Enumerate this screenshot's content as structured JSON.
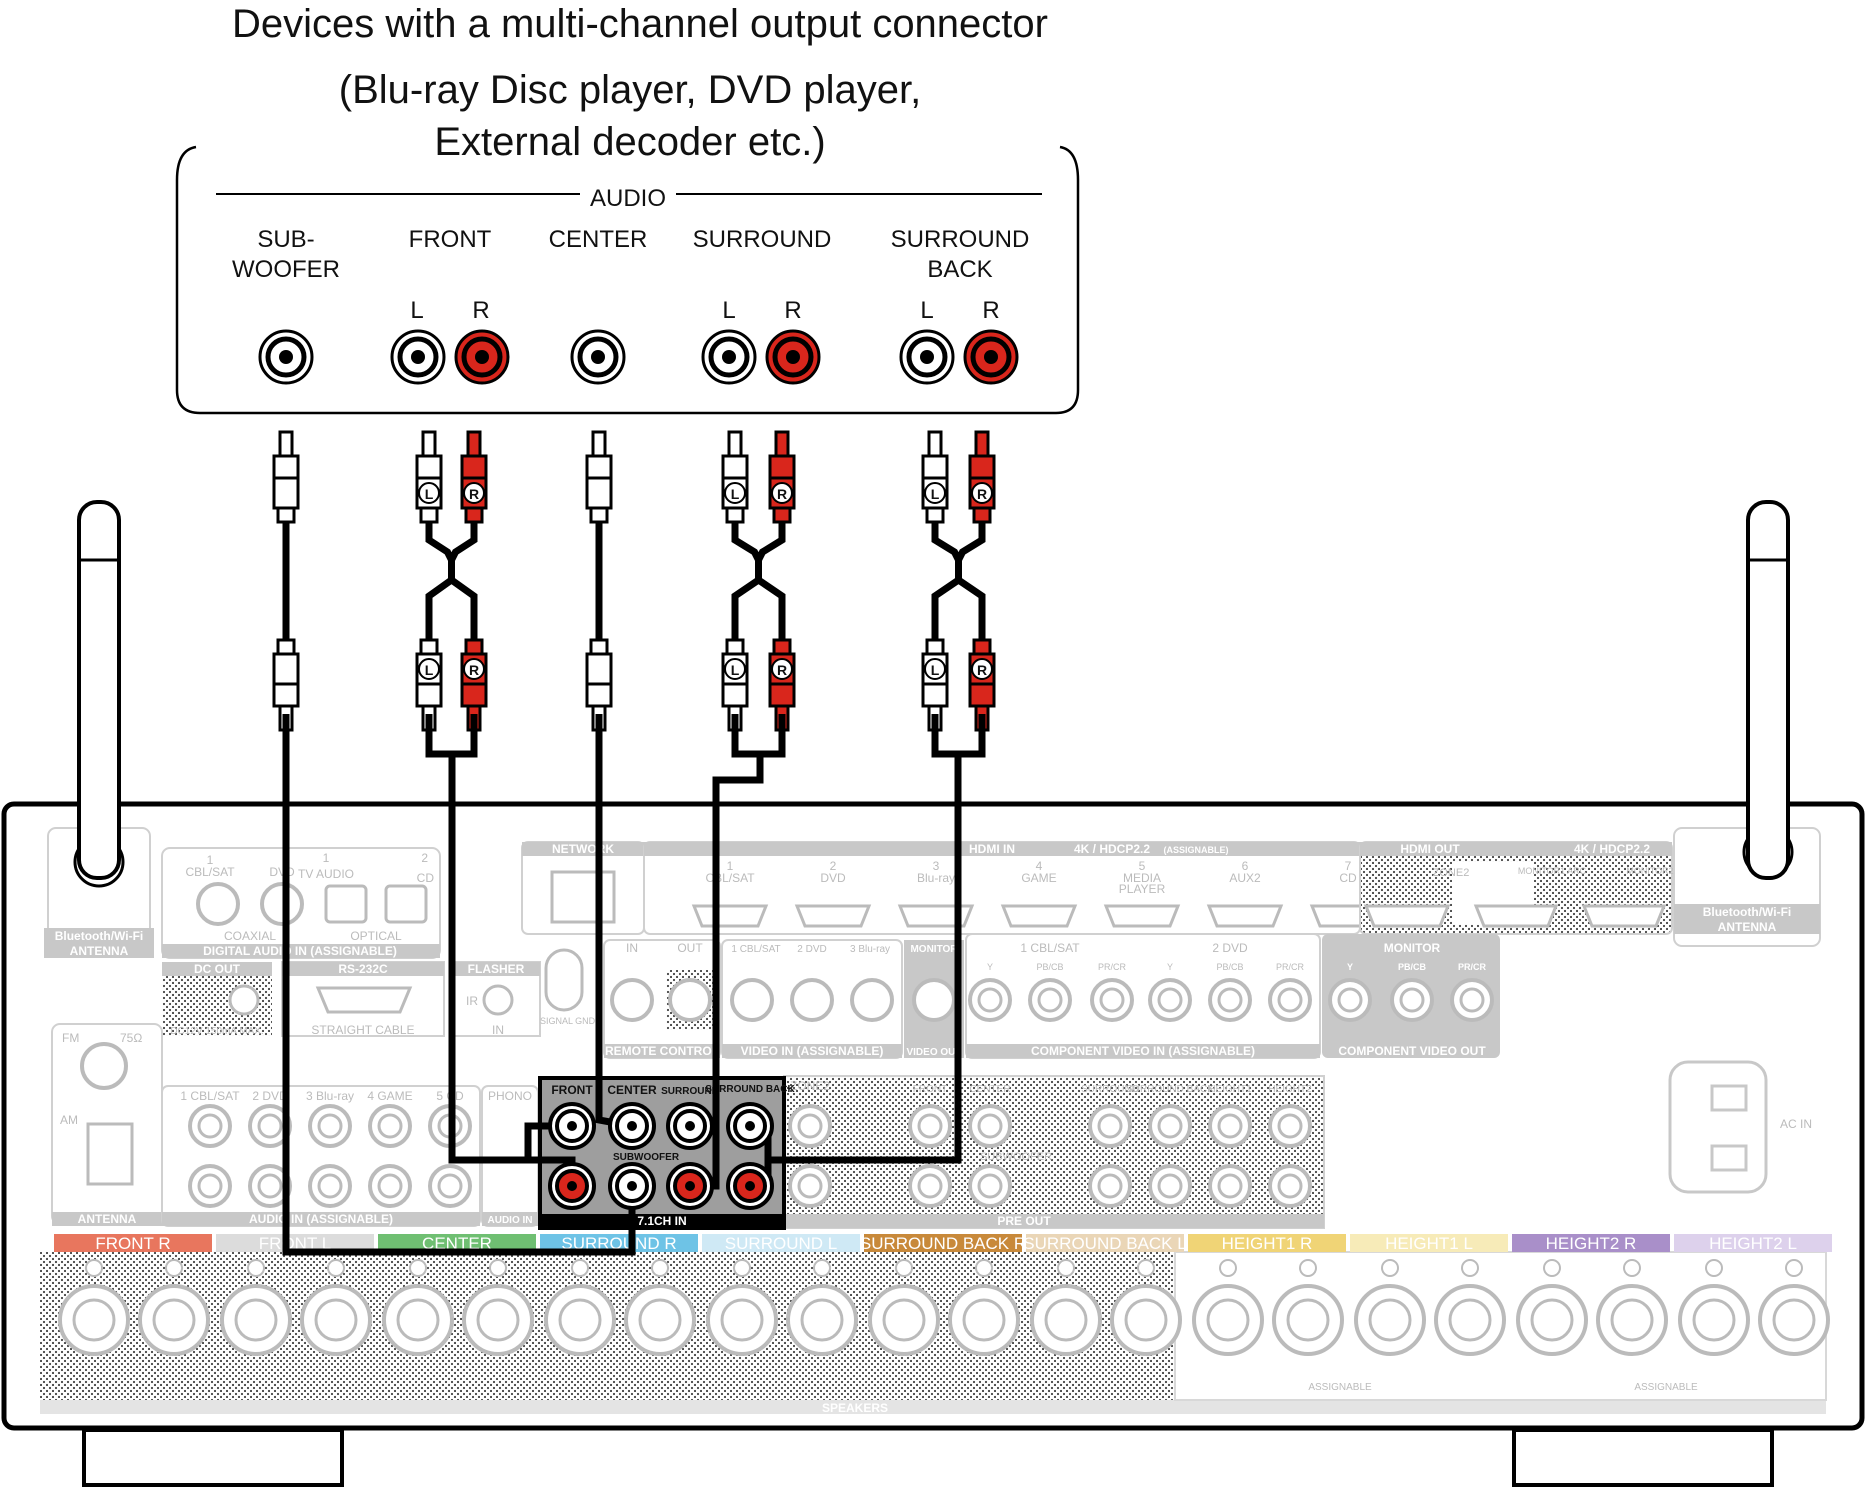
{
  "source_device": {
    "title_lines": [
      "Devices with a multi-channel output connector",
      "(Blu-ray Disc player, DVD player,",
      "External decoder etc.)"
    ],
    "group_label": "AUDIO",
    "channel_labels": {
      "subwoofer": [
        "SUB-",
        "WOOFER"
      ],
      "front": [
        "FRONT"
      ],
      "center": [
        "CENTER"
      ],
      "surround": [
        "SURROUND"
      ],
      "surround_back": [
        "SURROUND",
        "BACK"
      ]
    },
    "lr": {
      "left": "L",
      "right": "R"
    }
  },
  "plug_letters": {
    "left": "L",
    "right": "R"
  },
  "receiver": {
    "antenna_label": [
      "Bluetooth/Wi-Fi",
      "ANTENNA"
    ],
    "network": "NETWORK",
    "hdmi_in": "HDMI IN",
    "hdmi_spec": "4K / HDCP2.2",
    "assignable_paren": "(ASSIGNABLE)",
    "hdmi_inputs": [
      {
        "num": "1",
        "name": "CBL/SAT"
      },
      {
        "num": "2",
        "name": "DVD"
      },
      {
        "num": "3",
        "name": "Blu-ray"
      },
      {
        "num": "4",
        "name": "GAME"
      },
      {
        "num": "5",
        "name": "MEDIA PLAYER"
      },
      {
        "num": "6",
        "name": "AUX2"
      },
      {
        "num": "7",
        "name": "CD"
      }
    ],
    "hdmi_out": "HDMI OUT",
    "hdmi_out_labels": [
      "ZONE2",
      "MONITOR1 ARC",
      "MONITOR2"
    ],
    "digital_audio_in": "DIGITAL AUDIO IN (ASSIGNABLE)",
    "digital_labels": {
      "coaxial": "COAXIAL",
      "optical": "OPTICAL",
      "cbl_sat": "CBL/SAT",
      "dvd": "DVD",
      "tv_audio": "TV AUDIO",
      "cd": "CD",
      "n1": "1",
      "n2": "2"
    },
    "dc_out": "DC OUT",
    "dc_spec": "DC12V 150mA MAX.",
    "rs232c": "RS-232C",
    "straight_cable": "STRAIGHT CABLE",
    "flasher": "FLASHER",
    "flasher_in": "IN",
    "ir": "IR",
    "signal_gnd": "SIGNAL GND",
    "remote_control": "REMOTE CONTROL",
    "rc_in": "IN",
    "rc_out": "OUT",
    "video_in": "VIDEO IN (ASSIGNABLE)",
    "video_in_labels": [
      "1 CBL/SAT",
      "2 DVD",
      "3 Blu-ray"
    ],
    "monitor": "MONITOR",
    "video_out": "VIDEO OUT",
    "component_video_in": "COMPONENT VIDEO IN (ASSIGNABLE)",
    "component_groups": [
      "1 CBL/SAT",
      "2 DVD"
    ],
    "component_out_title": "MONITOR",
    "component_video_out": "COMPONENT VIDEO OUT",
    "component_jacks": [
      "Y",
      "PB/CB",
      "PR/CR"
    ],
    "fm": "FM",
    "fm_ohm": "75Ω",
    "am": "AM",
    "antenna": "ANTENNA",
    "audio_in": "AUDIO IN (ASSIGNABLE)",
    "audio_in_labels": [
      "1 CBL/SAT",
      "2 DVD",
      "3 Blu-ray",
      "4 GAME",
      "5 CD"
    ],
    "phono": "PHONO",
    "audio_in_short": "AUDIO IN",
    "ch71_in": "7.1CH IN",
    "ch71_labels": {
      "front": "FRONT",
      "center": "CENTER",
      "surround": "SURROUND",
      "surround_back": "SURROUND BACK",
      "subwoofer": "SUBWOOFER"
    },
    "zone2": "ZONE2",
    "pre_out": "PRE OUT",
    "pre_out_labels": [
      "FRONT",
      "CENTER",
      "SURROUND",
      "SURROUND BACK",
      "HEIGHT1",
      "HEIGHT2"
    ],
    "subwoofer_preout": "SUBWOOFER",
    "ac_in": "AC IN",
    "speakers": "SPEAKERS",
    "assignable": "ASSIGNABLE",
    "speaker_bars": [
      {
        "label": "FRONT",
        "side": "R",
        "color": "#e8765e"
      },
      {
        "label": "FRONT",
        "side": "L",
        "color": "#dcdcdc"
      },
      {
        "label": "CENTER",
        "side": "",
        "color": "#6fbf72"
      },
      {
        "label": "SURROUND",
        "side": "R",
        "color": "#6ec3e6"
      },
      {
        "label": "SURROUND",
        "side": "L",
        "color": "#cfe9f5"
      },
      {
        "label": "SURROUND BACK",
        "side": "R",
        "color": "#c8893a"
      },
      {
        "label": "SURROUND BACK",
        "side": "L",
        "color": "#ead6b7"
      },
      {
        "label": "HEIGHT1",
        "side": "R",
        "color": "#f0d476"
      },
      {
        "label": "HEIGHT1",
        "side": "L",
        "color": "#f7ebb8"
      },
      {
        "label": "HEIGHT2",
        "side": "R",
        "color": "#a98fc9"
      },
      {
        "label": "HEIGHT2",
        "side": "L",
        "color": "#ddd1ec"
      }
    ]
  },
  "colors": {
    "cable": "#000000",
    "left_plug": "#ffffff",
    "right_plug": "#d9261c",
    "faded": "#bdbdbd",
    "panel_gray": "#9e9e9e"
  }
}
